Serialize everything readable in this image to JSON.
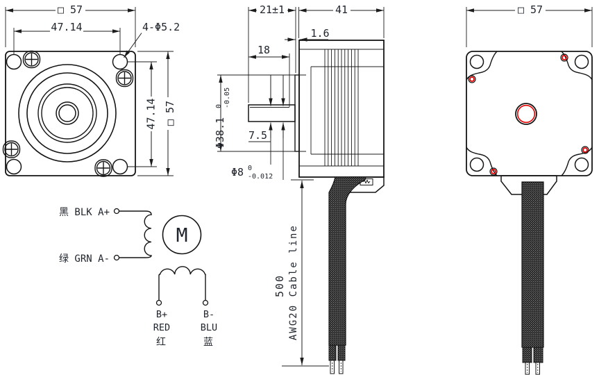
{
  "front_view": {
    "width_dim": "□ 57",
    "hole_pitch_h": "47.14",
    "holes_note": "4-Φ5.2",
    "hole_pitch_v": "47.14",
    "height_dim": "□ 57"
  },
  "side_view": {
    "shaft_length": "21±1",
    "body_length": "41",
    "pilot_depth": "1.6",
    "flat_length": "18",
    "pilot_dia": "Φ38.1",
    "pilot_tol_upper": "0",
    "pilot_tol_lower": "-0.05",
    "flat_height": "7.5",
    "shaft_dia": "Φ8",
    "shaft_tol_upper": "0",
    "shaft_tol_lower": "-0.012",
    "cable_length": "500",
    "cable_note": "AWG20 Cable line"
  },
  "back_view": {
    "width_dim": "□ 57"
  },
  "wiring_diagram": {
    "lead_a_plus": "黑 BLK A+",
    "lead_a_minus": "绿 GRN A-",
    "motor_letter": "M",
    "lead_b_plus": "B+",
    "lead_b_plus_color": "RED",
    "lead_b_plus_cn": "红",
    "lead_b_minus": "B-",
    "lead_b_minus_color": "BLU",
    "lead_b_minus_cn": "蓝"
  },
  "colors": {
    "line": "#141414",
    "dimension": "#1c1c1c",
    "text": "#20242c",
    "accent_red": "#e60000",
    "background": "#ffffff"
  }
}
